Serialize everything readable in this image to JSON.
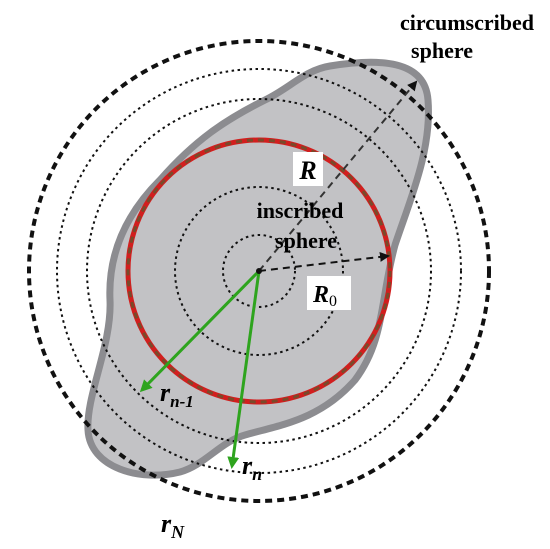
{
  "labels": {
    "circumscribed_line1": "circumscribed",
    "circumscribed_line2": "sphere",
    "R": "R",
    "inscribed_line1": "inscribed",
    "inscribed_line2": "sphere",
    "R0_main": "R",
    "R0_sub": "0",
    "rn1_main": "r",
    "rn1_sub": "n-1",
    "rn_main": "r",
    "rn_sub": "n",
    "rN_main": "r",
    "rN_sub": "N"
  },
  "colors": {
    "particle_fill": "#c2c2c5",
    "particle_outline": "#8c8c90",
    "inscribed_red": "#d21e1e",
    "inscribed_dark": "#7a4a2a",
    "vector_green": "#2ea41e",
    "dashed_black": "#111111"
  }
}
